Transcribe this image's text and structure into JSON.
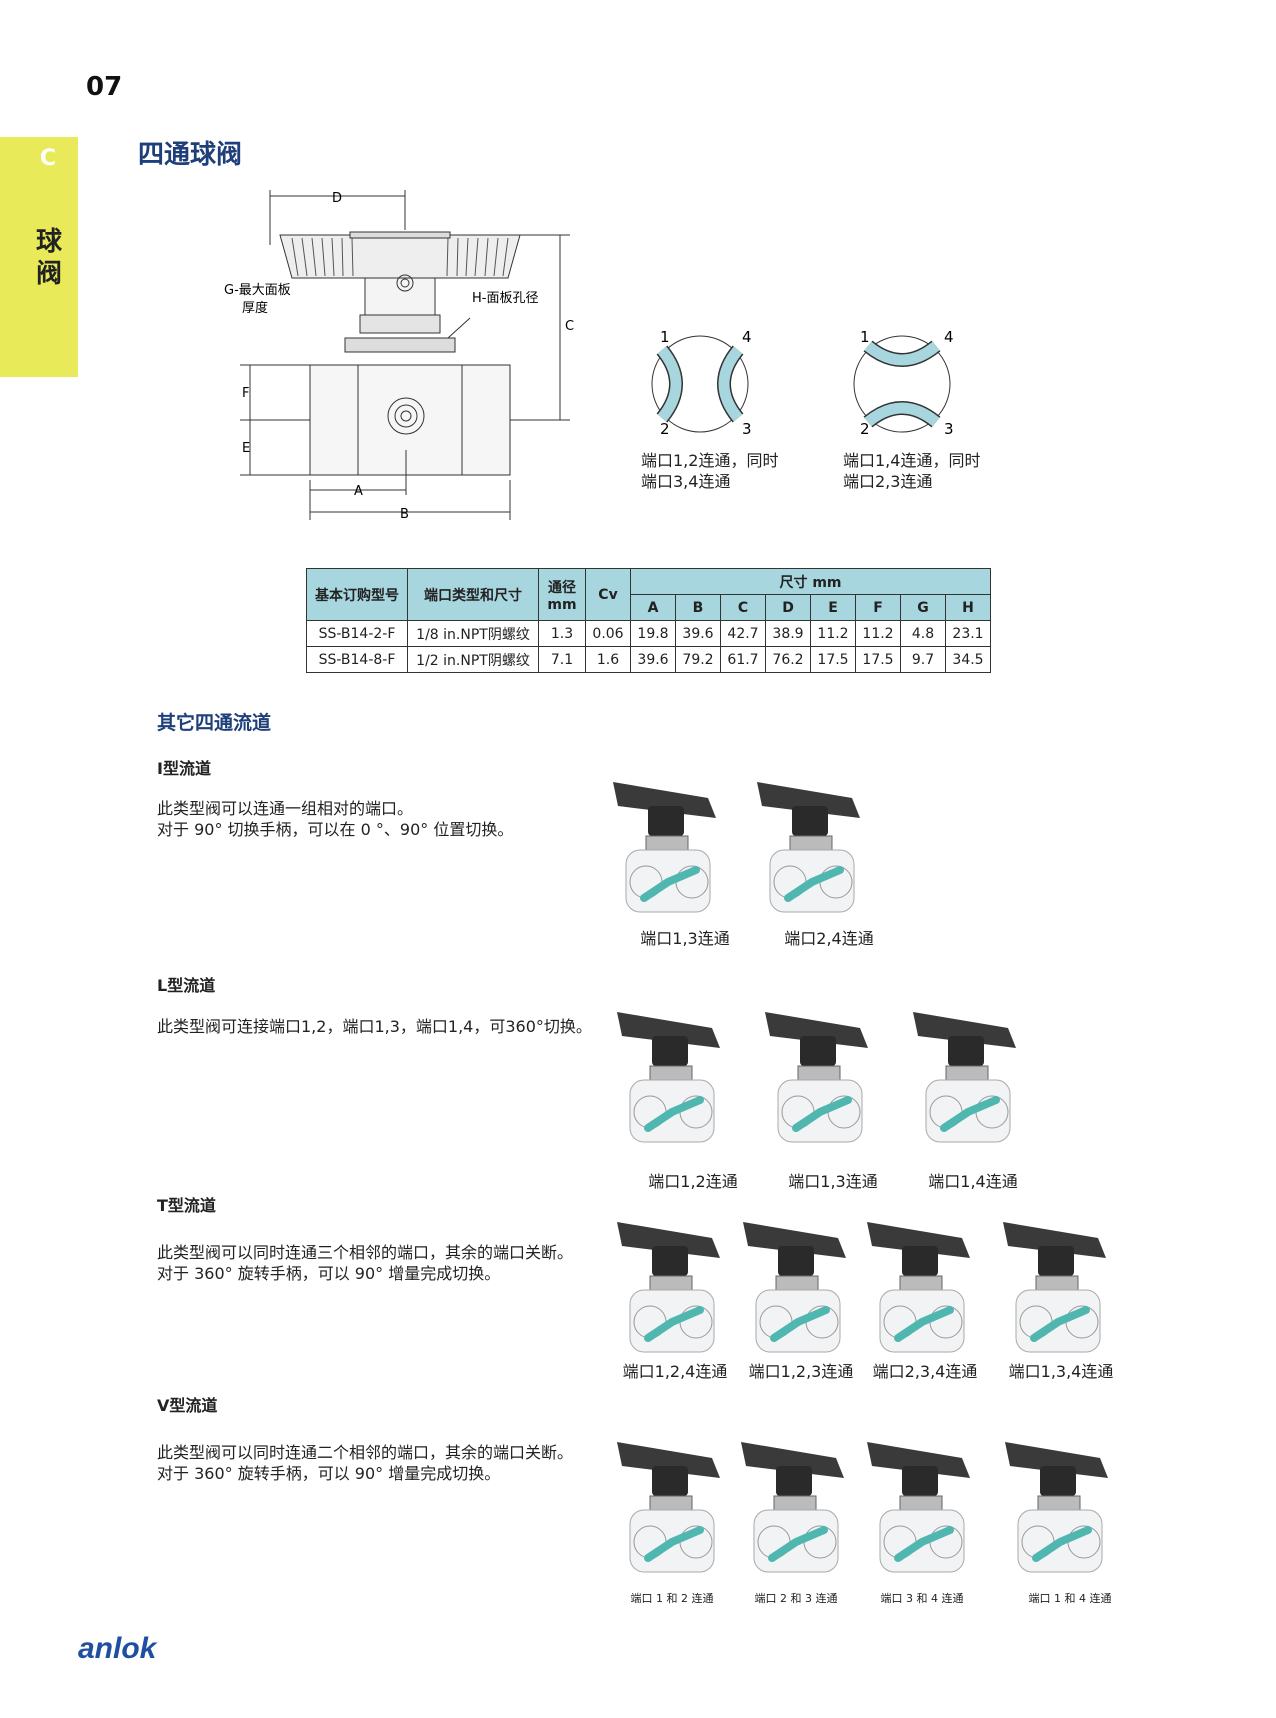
{
  "page_number": "07",
  "section_tab": {
    "letter": "C",
    "word": "球阀"
  },
  "title": "四通球阀",
  "diagram_labels": {
    "D": "D",
    "G": "G-最大面板",
    "G2": "厚度",
    "H": "H-面板孔径",
    "C": "C",
    "F": "F",
    "E": "E",
    "A": "A",
    "B": "B"
  },
  "port_diagrams": [
    {
      "caption1": "端口1,2连通，同时",
      "caption2": "端口3,4连通",
      "p1": "1",
      "p2": "2",
      "p3": "3",
      "p4": "4"
    },
    {
      "caption1": "端口1,4连通，同时",
      "caption2": "端口2,3连通",
      "p1": "1",
      "p2": "2",
      "p3": "3",
      "p4": "4"
    }
  ],
  "table": {
    "headers": {
      "model": "基本订购型号",
      "port": "端口类型和尺寸",
      "bore": "通径",
      "bore_unit": "mm",
      "cv": "Cv",
      "dims": "尺寸 mm",
      "cols": [
        "A",
        "B",
        "C",
        "D",
        "E",
        "F",
        "G",
        "H"
      ]
    },
    "rows": [
      {
        "model": "SS-B14-2-F",
        "port": "1/8 in.NPT阴螺纹",
        "bore": "1.3",
        "cv": "0.06",
        "dims": [
          "19.8",
          "39.6",
          "42.7",
          "38.9",
          "11.2",
          "11.2",
          "4.8",
          "23.1"
        ]
      },
      {
        "model": "SS-B14-8-F",
        "port": "1/2 in.NPT阴螺纹",
        "bore": "7.1",
        "cv": "1.6",
        "dims": [
          "39.6",
          "79.2",
          "61.7",
          "76.2",
          "17.5",
          "17.5",
          "9.7",
          "34.5"
        ]
      }
    ]
  },
  "other_heading": "其它四通流道",
  "sections": {
    "I": {
      "title": "I型流道",
      "line1": "此类型阀可以连通一组相对的端口。",
      "line2": "对于 90° 切换手柄，可以在 0 °、90° 位置切换。",
      "captions": [
        "端口1,3连通",
        "端口2,4连通"
      ]
    },
    "L": {
      "title": "L型流道",
      "line1": "此类型阀可连接端口1,2，端口1,3，端口1,4，可360°切换。",
      "captions": [
        "端口1,2连通",
        "端口1,3连通",
        "端口1,4连通"
      ]
    },
    "T": {
      "title": "T型流道",
      "line1": "此类型阀可以同时连通三个相邻的端口，其余的端口关断。",
      "line2": "对于 360° 旋转手柄，可以 90° 增量完成切换。",
      "captions": [
        "端口1,2,4连通",
        "端口1,2,3连通",
        "端口2,3,4连通",
        "端口1,3,4连通"
      ]
    },
    "V": {
      "title": "V型流道",
      "line1": "此类型阀可以同时连通二个相邻的端口，其余的端口关断。",
      "line2": "对于 360° 旋转手柄，可以 90° 增量完成切换。",
      "captions": [
        "端口 1 和 2 连通",
        "端口 2 和 3 连通",
        "端口 3 和 4 连通",
        "端口 1 和 4 连通"
      ]
    }
  },
  "brand": "anlok"
}
